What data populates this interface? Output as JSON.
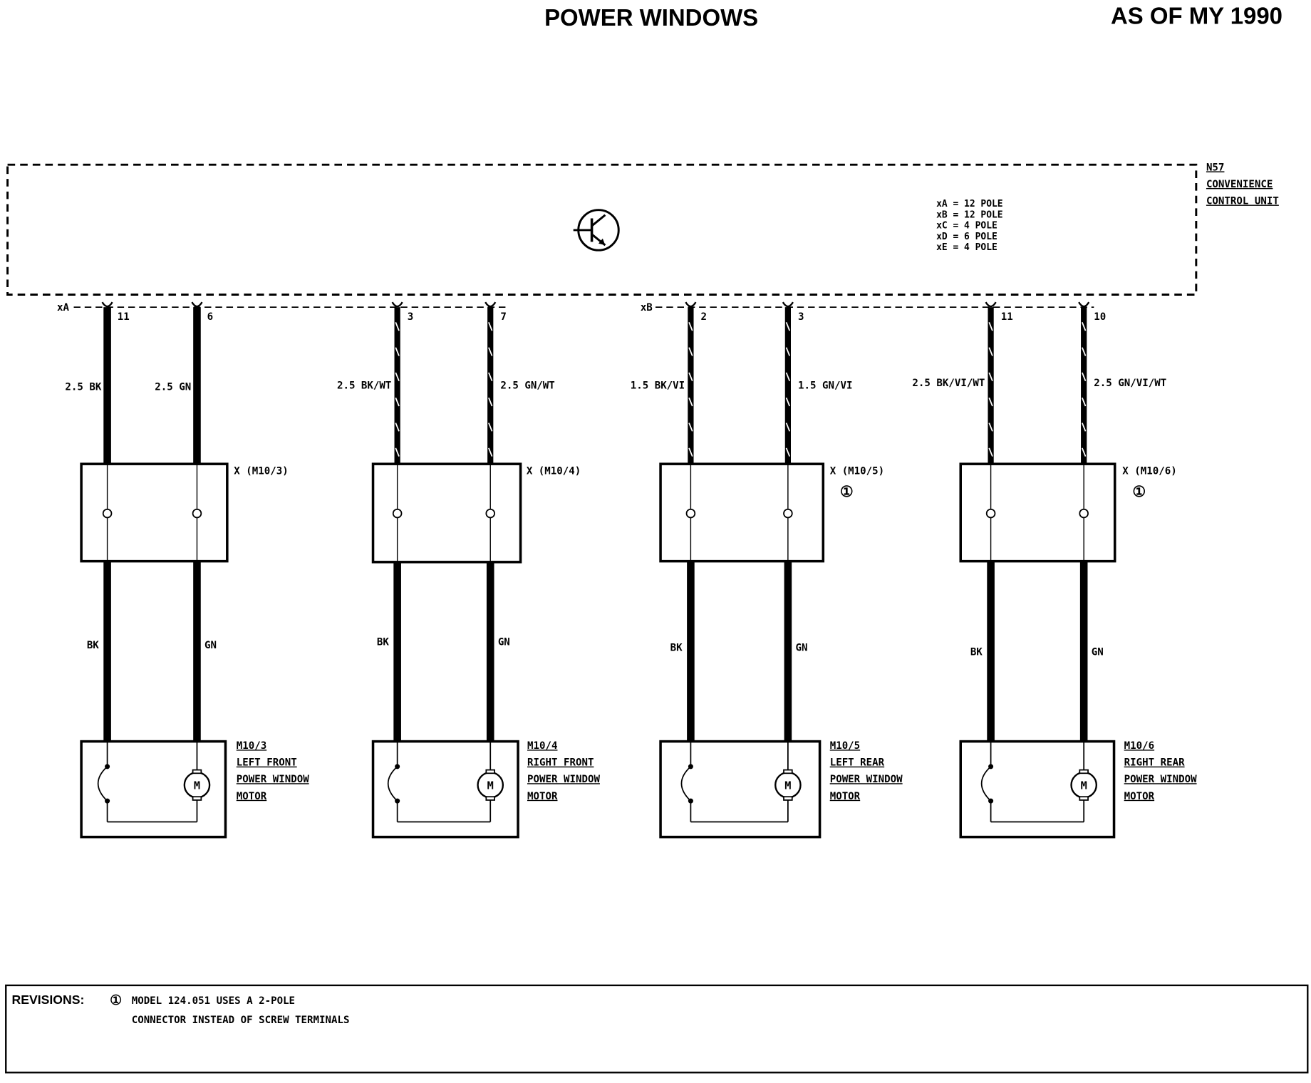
{
  "header": {
    "title": "POWER WINDOWS",
    "model_year": "AS OF MY 1990"
  },
  "control_unit": {
    "id": "N57",
    "name_line1": "CONVENIENCE",
    "name_line2": "CONTROL UNIT",
    "pole_legend": [
      "xA = 12 POLE",
      "xB = 12 POLE",
      "xC = 4 POLE",
      "xD = 6 POLE",
      "xE = 4 POLE"
    ]
  },
  "connectors": {
    "xA": "xA",
    "xB": "xB"
  },
  "circuits": [
    {
      "pins": [
        "11",
        "6"
      ],
      "upper_wires": [
        "2.5 BK",
        "2.5 GN"
      ],
      "stripe": false,
      "junction": "X (M10/3)",
      "note_marker": "",
      "lower_wires": [
        "BK",
        "GN"
      ],
      "motor": {
        "id": "M10/3",
        "line1": "LEFT FRONT",
        "line2": "POWER WINDOW",
        "line3": "MOTOR"
      }
    },
    {
      "pins": [
        "3",
        "7"
      ],
      "upper_wires": [
        "2.5 BK/WT",
        "2.5 GN/WT"
      ],
      "stripe": true,
      "junction": "X (M10/4)",
      "note_marker": "",
      "lower_wires": [
        "BK",
        "GN"
      ],
      "motor": {
        "id": "M10/4",
        "line1": "RIGHT FRONT",
        "line2": "POWER WINDOW",
        "line3": "MOTOR"
      }
    },
    {
      "pins": [
        "2",
        "3"
      ],
      "upper_wires": [
        "1.5 BK/VI",
        "1.5 GN/VI"
      ],
      "stripe": true,
      "junction": "X (M10/5)",
      "note_marker": "①",
      "lower_wires": [
        "BK",
        "GN"
      ],
      "motor": {
        "id": "M10/5",
        "line1": "LEFT REAR",
        "line2": "POWER WINDOW",
        "line3": "MOTOR"
      }
    },
    {
      "pins": [
        "11",
        "10"
      ],
      "upper_wires": [
        "2.5 BK/VI/WT",
        "2.5 GN/VI/WT"
      ],
      "stripe": true,
      "junction": "X (M10/6)",
      "note_marker": "①",
      "lower_wires": [
        "BK",
        "GN"
      ],
      "motor": {
        "id": "M10/6",
        "line1": "RIGHT REAR",
        "line2": "POWER WINDOW",
        "line3": "MOTOR"
      }
    }
  ],
  "motor_symbol": "M",
  "revisions": {
    "label": "REVISIONS:",
    "marker": "①",
    "line1": "MODEL 124.051 USES A 2-POLE",
    "line2": "CONNECTOR INSTEAD OF SCREW TERMINALS"
  }
}
